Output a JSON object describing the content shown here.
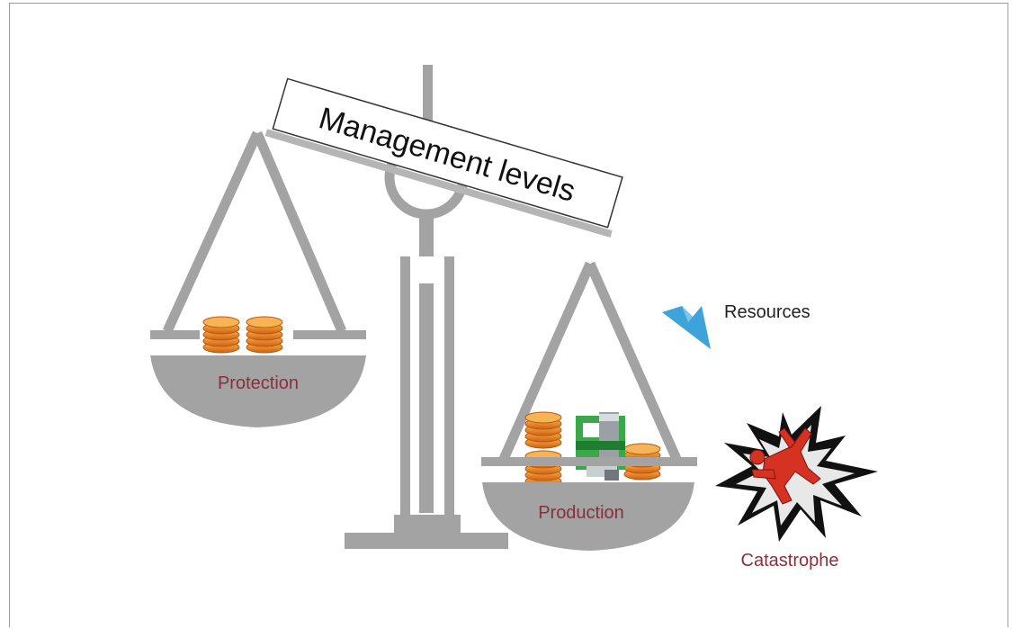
{
  "banner": {
    "label": "Management levels"
  },
  "left_pan": {
    "label": "Protection"
  },
  "right_pan": {
    "label": "Production"
  },
  "resources": {
    "label": "Resources"
  },
  "catastrophe": {
    "label": "Catastrophe"
  },
  "colors": {
    "scale_gray": "#a3a3a3",
    "label_red": "#8b2e3c",
    "coin_orange": "#e57a1f",
    "coin_light": "#f6b456",
    "resource_blue": "#3ea3d8",
    "catastrophe_red": "#d63222"
  },
  "icons": [
    "coin-stack-icon",
    "machinery-icon",
    "arrow-icon",
    "explosion-icon",
    "figure-icon"
  ]
}
